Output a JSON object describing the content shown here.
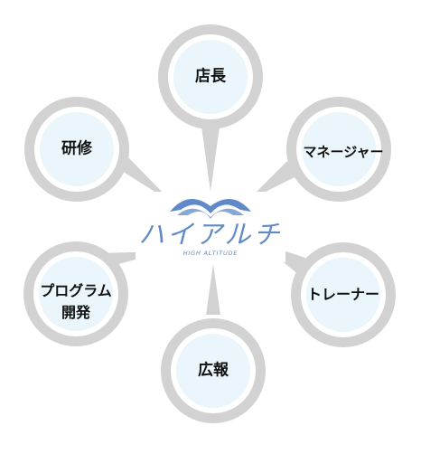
{
  "nodes": {
    "store_manager": "店長",
    "manager": "マネージャー",
    "trainer": "トレーナー",
    "pr": "広報",
    "program_line1": "プログラム",
    "program_line2": "開発",
    "training": "研修"
  },
  "logo": {
    "name": "ハイアルチ",
    "subtitle": "HIGH ALTITUDE",
    "color": "#5f89c8"
  },
  "colors": {
    "ring": "#d2d2d2",
    "node_fill": "#eaf6fc"
  }
}
